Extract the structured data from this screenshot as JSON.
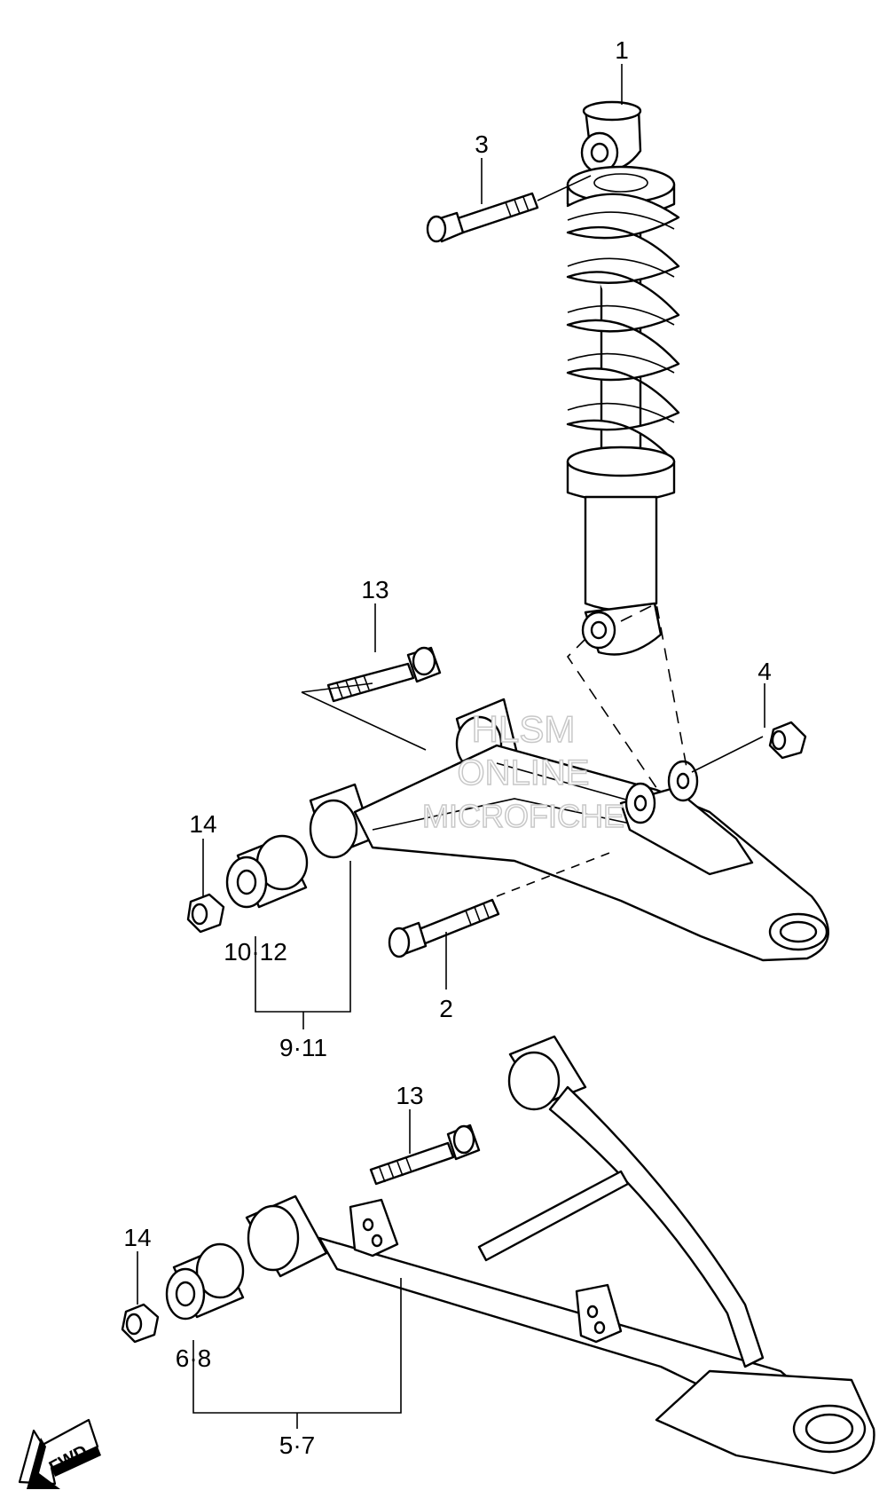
{
  "callouts": {
    "c1": "1",
    "c2": "2",
    "c3": "3",
    "c4": "4",
    "c13a": "13",
    "c13b": "13",
    "c14a": "14",
    "c14b": "14",
    "c10_12": "10·12",
    "c9_11": "9·11",
    "c6_8": "6·8",
    "c5_7": "5·7"
  },
  "watermark": {
    "line1": "HLSM",
    "line2": "ONLINE",
    "line3": "MICROFICHE"
  },
  "fwd_label": "FWD"
}
